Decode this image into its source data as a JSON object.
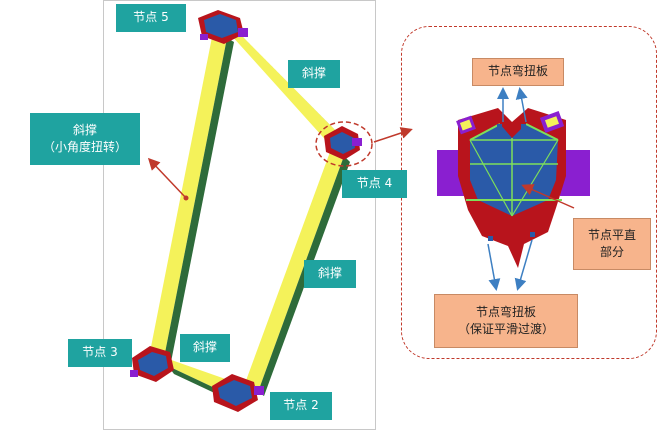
{
  "labels": {
    "node5": "节点 5",
    "node4": "节点 4",
    "node3": "节点 3",
    "node2": "节点 2",
    "brace_top": "斜撑",
    "brace_left_line1": "斜撑",
    "brace_left_line2": "（小角度扭转）",
    "brace_right": "斜撑",
    "brace_bottom": "斜撑"
  },
  "detail": {
    "top_plate": "节点弯扭板",
    "flat_part_line1": "节点平直",
    "flat_part_line2": "部分",
    "bottom_plate_line1": "节点弯扭板",
    "bottom_plate_line2": "（保证平滑过渡）"
  },
  "colors": {
    "teal_label": "#1fa3a0",
    "orange_label": "#f7b48c",
    "brace_yellow": "#f4f25a",
    "brace_green": "#2e6b3a",
    "node_red": "#b8141c",
    "node_blue": "#2a5aa8",
    "node_purple": "#8a1fd0",
    "node_green_line": "#7ee05a",
    "callout_dash": "#c0392b",
    "pointer_arrow": "#c0392b",
    "detail_arrow": "#3d7fc2"
  }
}
